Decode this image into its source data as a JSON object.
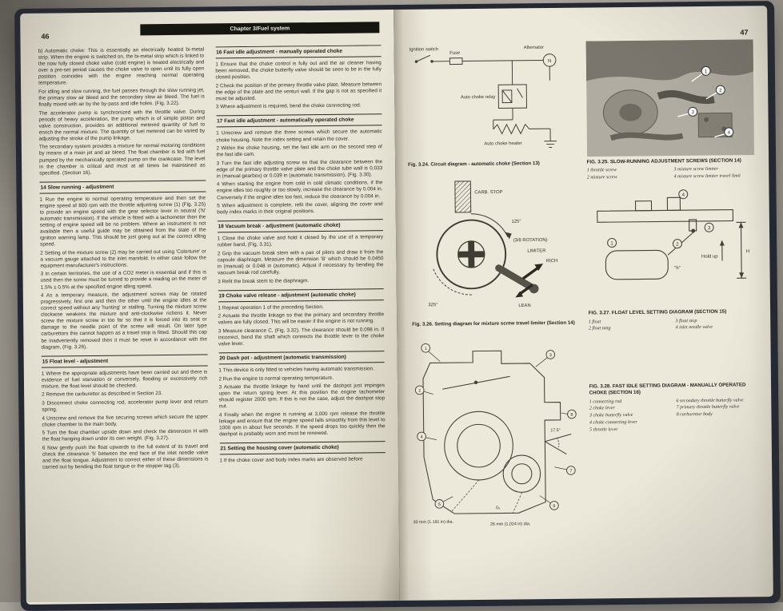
{
  "left": {
    "number": "46",
    "header": "Chapter 3/Fuel system",
    "intro": [
      "b) Automatic choke: This is essentially an electrically heated bi-metal strip. When the engine is switched on, the bi-metal strip which is linked to the now fully closed choke valve (cold engine) is heated electrically and over a pre-set period causes the choke valve to open until its fully open position coincides with the engine reaching normal operating temperature.",
      "For idling and slow running, the fuel passes through the slow running jet, the primary slow air bleed and the secondary slow air bleed. The fuel is finally mixed with air by the by-pass and idle holes. (Fig. 3.22).",
      "The accelerator pump is synchronized with the throttle valve. During periods of heavy acceleration, the pump which is of simple piston and valve construction, provides an additional metered quantity of fuel to enrich the normal mixture. The quantity of fuel metered can be varied by adjusting the stroke of the pump linkage.",
      "The secondary system provides a mixture for normal motoring conditions by means of a main jet and air bleed. The float chamber is fed with fuel pumped by the mechanically operated pump on the crankcase. The level in the chamber is critical and must at all times be maintained as specified. (Section 16)."
    ],
    "s14": {
      "h": "14 Slow running - adjustment",
      "p": [
        "1  Run the engine to normal operating temperature and then set the engine speed of 800 rpm with the throttle adjusting screw (1) (Fig. 3.25) to provide an engine speed with the gear selector lever in neutral ('N' automatic transmission). If the vehicle is fitted with a tachometer then the setting of engine speed will be no problem. Where an instrument is not available then a useful guide may be obtained from the state of the ignition warning lamp. This should be just going out at the correct idling speed.",
        "2  Setting of the mixture screw (2) may be carried out using 'Colortune' or a vacuum gauge attached to the inlet manifold. In either case follow the equipment manufacturer's instructions.",
        "3  In certain territories, the use of a CO2 meter is essential and if this is used then the screw must be turned to provide a reading on the meter of 1.5% ± 0.5% at the specified engine idling speed.",
        "4  As a temporary measure, the adjustment screws may be rotated progressively, first one and then the other until the engine idles at the correct speed without any 'hunting' or stalling. Turning the mixture screw clockwise weakens the mixture and anti-clockwise richens it. Never screw the mixture screw in too far so that it is forced into its seat or damage to the needle point of the screw will result. On later type carburettors this cannot happen as a travel stop is fitted. Should this cap be inadvertently removed then it must be reset in accordance with the diagram, (Fig. 3.26)."
      ]
    },
    "s15": {
      "h": "15 Float level - adjustment",
      "p": [
        "1  Where the appropriate adjustments have been carried out and there is evidence of fuel starvation or conversely, flooding or excessively rich mixture, the float level should be checked.",
        "2  Remove the carburettor as described in Section 23.",
        "3  Disconnect choke connecting rod, accelerator pump lever and return spring.",
        "4  Unscrew and remove the five securing screws which secure the upper choke chamber to the main body.",
        "5  Turn the float chamber upside down and check the dimension H with the float hanging down under its own weight. (Fig. 3.27).",
        "6  Now gently push the float upwards to the full extent of its travel and check the clearance 'h' between the end face of the inlet needle valve and the float tongue. Adjustment to correct either of these dimensions is carried out by bending the float tongue or the stopper tag (3)."
      ]
    },
    "s16": {
      "h": "16 Fast idle adjustment - manually operated choke",
      "p": [
        "1  Ensure that the choke control is fully out and the air cleaner having been removed, the choke butterfly valve should be seen to be in the fully closed position.",
        "2  Check the position of the primary throttle valve plate. Measure between the edge of the plate and the venturi wall. If the gap is not as specified it must be adjusted.",
        "3  Where adjustment is required, bend the choke connecting rod."
      ]
    },
    "s17": {
      "h": "17 Fast idle adjustment - automatically operated choke",
      "p": [
        "1  Unscrew and remove the three screws which secure the automatic choke housing. Note the index setting and retain the cover.",
        "2  Within the choke housing, set the fast idle arm on the second step of the fast idle cam.",
        "3  Turn the fast idle adjusting screw so that the clearance between the edge of the primary throttle valve plate and the choke tube wall is 0.033 in (manual gearbox) or 0.039 in (automatic transmission), (Fig. 3.30).",
        "4  When starting the engine from cold in cold climatic conditions, if the engine idles too roughly or too slowly, increase the clearance by 0.004 in. Conversely if the engine idles too fast, reduce the clearance by 0.004 in.",
        "5  When adjustment is complete, refit the cover, aligning the cover and body index marks in their original positions."
      ]
    },
    "s18": {
      "h": "18 Vacuum break - adjustment (automatic choke)",
      "p": [
        "1  Close the choke valve and hold it closed by the use of a temporary rubber band, (Fig. 3.31).",
        "2  Grip the vacuum break stem with a pair of pliers and draw it from the capsule diaphragm. Measure the dimension 'B' which should be 0.0450 in (manual) or 0.048 in (automatic). Adjust if necessary by bending the vacuum break rod carefully.",
        "3  Refit the break stem to the diaphragm."
      ]
    },
    "s19": {
      "h": "19 Choke valve release - adjustment (automatic choke)",
      "p": [
        "1  Repeat operation 1 of the preceding Section.",
        "2  Actuate the throttle linkage so that the primary and secondary throttle valves are fully closed. This will be easier if the engine is not running.",
        "3  Measure clearance C, (Fig. 3.32). The clearance should be 0.098 in. If incorrect, bend the shaft which connects the throttle lever to the choke valve lever."
      ]
    },
    "s20": {
      "h": "20 Dash pot - adjustment (automatic transmission)",
      "p": [
        "1  This device is only fitted to vehicles having automatic transmission.",
        "2  Run the engine to normal operating temperature.",
        "3  Actuate the throttle linkage by hand until the dashpot just impinges upon the return spring lever. At this position the engine tachometer should register 2000 rpm. If this is not the case, adjust the dashpot stop nut.",
        "4  Finally when the engine is running at 3,000 rpm release the throttle linkage and ensure that the engine speed falls smoothly from this level to 1000 rpm in about five seconds. If the speed drops too quickly then the dashpot is probably worn and must be renewed."
      ]
    },
    "s21": {
      "h": "21 Setting the housing cover (automatic choke)",
      "p": [
        "1  If the choke cover and body index marks are observed before"
      ]
    }
  },
  "right": {
    "number": "47",
    "fig324": {
      "caption": "Fig. 3.24. Circuit diagram - automatic choke (Section 13)",
      "labels": {
        "ignition": "Ignition switch",
        "fuse": "Fuse",
        "alternator": "Alternator",
        "relay": "Auto choke relay",
        "heater": "Auto choke heater",
        "n": "N"
      }
    },
    "fig325": {
      "caption": "FIG. 3.25. SLOW-RUNNING ADJUSTMENT SCREWS (SECTION 14)",
      "callouts": [
        "1",
        "2",
        "3",
        "4"
      ],
      "legend1": [
        "1  throttle screw",
        "2  mixture screw"
      ],
      "legend2": [
        "3  mixture screw limiter",
        "4  mixture screw limiter travel limit"
      ]
    },
    "fig326": {
      "caption": "Fig. 3.26. Setting diagram for mixture screw travel limiter (Section 14)",
      "labels": {
        "stop": "CARB. STOP",
        "rot": "(3/8 ROTATION)",
        "limiter": "LIMITER",
        "rich": "RICH",
        "lean": "LEAN",
        "a125": "125°",
        "a325": "325°"
      }
    },
    "fig327": {
      "caption": "FIG. 3.27. FLOAT LEVEL SETTING DIAGRAM (SECTION 15)",
      "labels": {
        "holdup": "Hold up",
        "H": "H",
        "h": "\"h\""
      },
      "callouts": [
        "1",
        "2",
        "3",
        "4"
      ],
      "legend1": [
        "1  float",
        "2  float tang"
      ],
      "legend2": [
        "3  float stop",
        "4  inlet needle valve"
      ]
    },
    "fig328": {
      "caption": "FIG. 3.28. FAST IDLE SETTING DIAGRAM - MANUALLY OPERATED CHOKE (SECTION 16)",
      "dims": {
        "angle": "17.5°",
        "d30": "30 mm (1.181 in) dia.",
        "d26": "26 mm (1.024 in) dia.",
        "g1": "G₁"
      },
      "callouts": [
        "1",
        "2",
        "3",
        "4",
        "5",
        "6",
        "7",
        "8"
      ],
      "legend1": [
        "1  connecting rod",
        "2  choke lever",
        "3  choke butterfly valve",
        "4  choke connecting lever",
        "5  throttle lever"
      ],
      "legend2": [
        "6  secondary throttle butterfly valve",
        "7  primary throttle butterfly valve",
        "8  carburettor body"
      ]
    }
  }
}
